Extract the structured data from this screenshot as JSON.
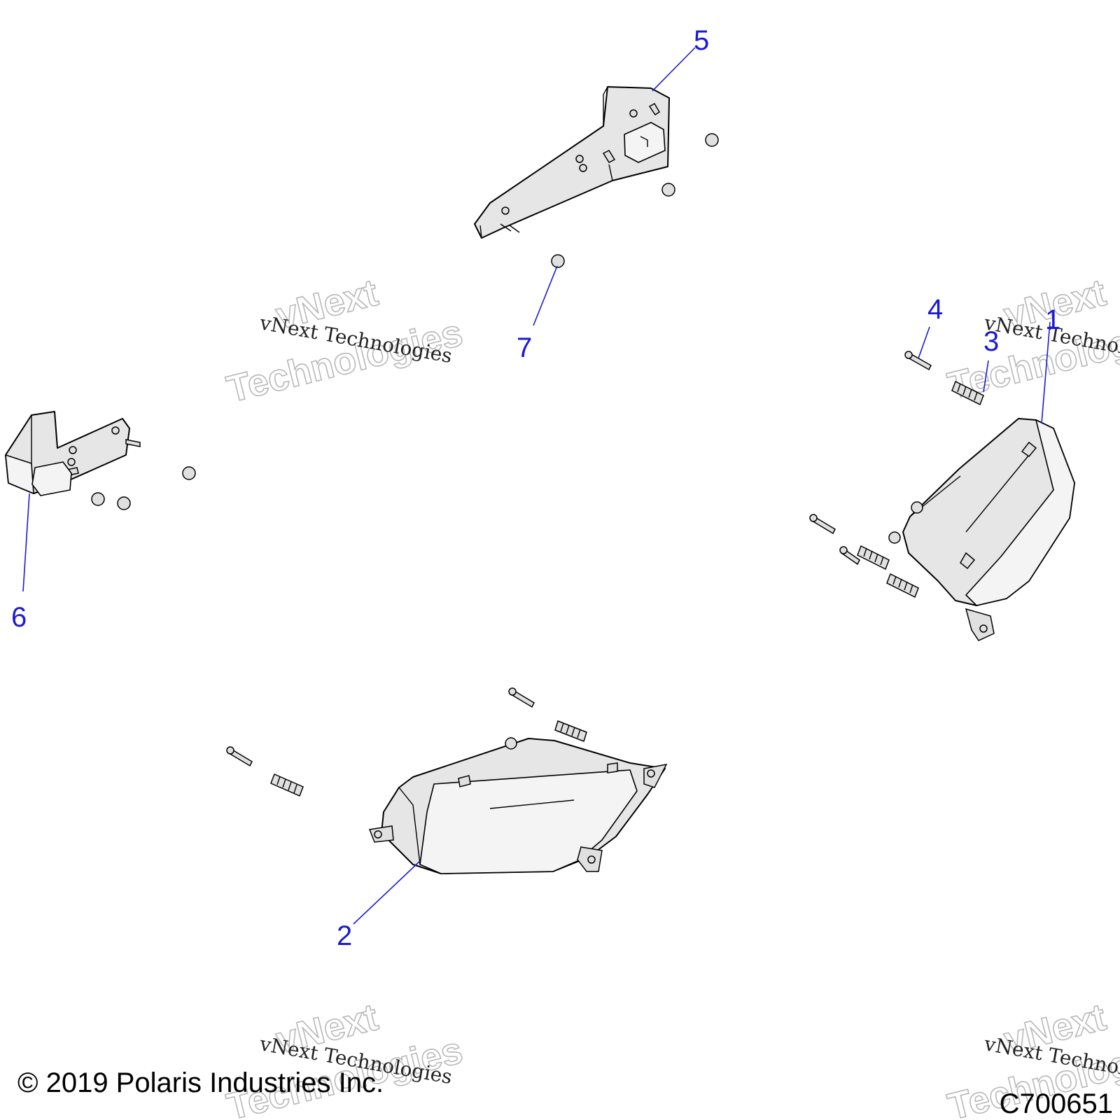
{
  "callouts": [
    {
      "label": "1"
    },
    {
      "label": "2"
    },
    {
      "label": "3"
    },
    {
      "label": "4"
    },
    {
      "label": "5"
    },
    {
      "label": "6"
    },
    {
      "label": "7"
    }
  ],
  "watermark": {
    "line_small": "vNext Technologies",
    "line_large_1": "vNext",
    "line_large_2": "Technologies"
  },
  "footer": {
    "copyright": "© 2019 Polaris Industries Inc.",
    "figure_code": "C700651"
  },
  "colors": {
    "callout": "#1a1ad6",
    "part_fill": "#e6e6e6",
    "watermark_outline": "#b8b8b8"
  }
}
